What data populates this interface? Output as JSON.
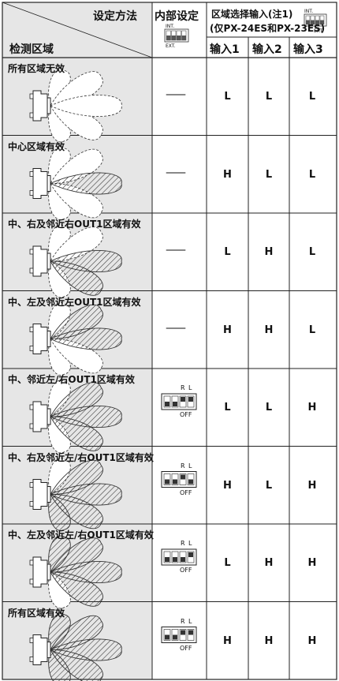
{
  "header": {
    "setting_method": "设定方法",
    "detect_area": "检测区域",
    "internal_setting": "内部设定",
    "zone_select_line1": "区域选择输入(注1)",
    "zone_select_line2": "(仅PX-24ES和PX-23ES)",
    "int_label": "INT.",
    "ext_label": "EXT.",
    "input1": "输入1",
    "input2": "输入2",
    "input3": "输入3"
  },
  "switch_labels": {
    "r": "R",
    "l": "L",
    "off": "OFF"
  },
  "internal_dash": "——",
  "rows": [
    {
      "title": "所有区域无效",
      "hatch": [
        0,
        0,
        0,
        0,
        0
      ],
      "switch": null,
      "inputs": [
        "L",
        "L",
        "L"
      ]
    },
    {
      "title": "中心区域有效",
      "hatch": [
        0,
        0,
        1,
        0,
        0
      ],
      "switch": null,
      "inputs": [
        "H",
        "L",
        "L"
      ]
    },
    {
      "title": "中、右及邻近右OUT1区域有效",
      "hatch": [
        0,
        0,
        1,
        1,
        0
      ],
      "switch": null,
      "inputs": [
        "L",
        "H",
        "L"
      ]
    },
    {
      "title": "中、左及邻近左OUT1区域有效",
      "hatch": [
        0,
        1,
        1,
        0,
        0
      ],
      "switch": null,
      "inputs": [
        "H",
        "H",
        "L"
      ]
    },
    {
      "title": "中、邻近左/右OUT1区域有效",
      "hatch": [
        0,
        1,
        1,
        1,
        0
      ],
      "switch": "RL",
      "inputs": [
        "L",
        "L",
        "H"
      ]
    },
    {
      "title": "中、右及邻近左/右OUT1区域有效",
      "hatch": [
        0,
        1,
        1,
        1,
        1
      ],
      "switch": "R",
      "inputs": [
        "H",
        "L",
        "H"
      ]
    },
    {
      "title": "中、左及邻近左/右OUT1区域有效",
      "hatch": [
        1,
        1,
        1,
        1,
        0
      ],
      "switch": "L",
      "inputs": [
        "L",
        "H",
        "H"
      ]
    },
    {
      "title": "所有区域有效",
      "hatch": [
        1,
        1,
        1,
        1,
        1
      ],
      "switch": "RL",
      "inputs": [
        "H",
        "H",
        "H"
      ]
    }
  ]
}
